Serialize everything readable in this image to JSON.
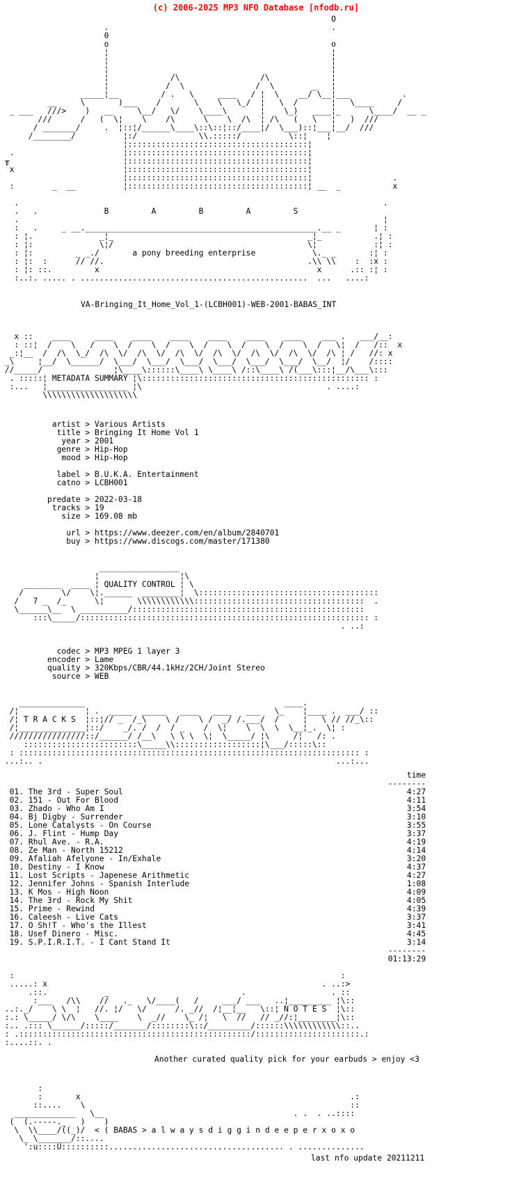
{
  "page": {
    "copyright": "(c) 2006-2025 MP3 NFO Database [nfodb.ru]",
    "accent_color": "#ff0000",
    "background_color": "#ffffff",
    "text_color": "#000000"
  },
  "release": {
    "name": "VA-Bringing_It_Home_Vol_1-(LCBH001)-WEB-2001-BABAS_INT",
    "group": "BABAS",
    "group_letters": "B         A         B         A         S",
    "tagline": "a pony breeding enterprise"
  },
  "metadata": {
    "section_title": "METADATA SUMMARY",
    "fields": [
      {
        "key": "artist",
        "value": "Various Artists"
      },
      {
        "key": "title",
        "value": "Bringing It Home Vol 1"
      },
      {
        "key": "year",
        "value": "2001"
      },
      {
        "key": "genre",
        "value": "Hip-Hop"
      },
      {
        "key": "mood",
        "value": "Hip-Hop"
      },
      {
        "key": "",
        "value": ""
      },
      {
        "key": "label",
        "value": "B.U.K.A. Entertainment"
      },
      {
        "key": "catno",
        "value": "LCBH001"
      },
      {
        "key": "",
        "value": ""
      },
      {
        "key": "predate",
        "value": "2022-03-18"
      },
      {
        "key": "tracks",
        "value": "19"
      },
      {
        "key": "size",
        "value": "169.08 mb"
      },
      {
        "key": "",
        "value": ""
      },
      {
        "key": "url",
        "value": "https://www.deezer.com/en/album/2840701"
      },
      {
        "key": "buy",
        "value": "https://www.discogs.com/master/171380"
      }
    ]
  },
  "quality": {
    "section_title": "QUALITY CONTROL",
    "fields": [
      {
        "key": "codec",
        "value": "MP3 MPEG 1 layer 3"
      },
      {
        "key": "encoder",
        "value": "Lame"
      },
      {
        "key": "quality",
        "value": "320Kbps/CBR/44.1kHz/2CH/Joint Stereo"
      },
      {
        "key": "source",
        "value": "WEB"
      }
    ]
  },
  "tracks": {
    "section_title": "T R A C K S",
    "time_header": "time",
    "divider": "--------",
    "total_time": "01:13:29",
    "items": [
      {
        "num": "01",
        "artist": "The 3rd",
        "title": "Super Soul",
        "time": "4:27"
      },
      {
        "num": "02",
        "artist": "151",
        "title": "Out For Blood",
        "time": "4:11"
      },
      {
        "num": "03",
        "artist": "Zhado",
        "title": "Who Am I",
        "time": "3:54"
      },
      {
        "num": "04",
        "artist": "Bj Digby",
        "title": "Surrender",
        "time": "3:10"
      },
      {
        "num": "05",
        "artist": "Lone Catalysts",
        "title": "On Course",
        "time": "3:55"
      },
      {
        "num": "06",
        "artist": "J. Flint",
        "title": "Hump Day",
        "time": "3:37"
      },
      {
        "num": "07",
        "artist": "Rhul Ave.",
        "title": "R.A.",
        "time": "4:19"
      },
      {
        "num": "08",
        "artist": "Ze Man",
        "title": "North 15212",
        "time": "4:14"
      },
      {
        "num": "09",
        "artist": "Afaliah Afelyone",
        "title": "In/Exhale",
        "time": "3:20"
      },
      {
        "num": "10",
        "artist": "Destiny",
        "title": "I Know",
        "time": "4:37"
      },
      {
        "num": "11",
        "artist": "Lost Scripts",
        "title": "Japenese Arithmetic",
        "time": "4:27"
      },
      {
        "num": "12",
        "artist": "Jennifer Johns",
        "title": "Spanish Interlude",
        "time": "1:08"
      },
      {
        "num": "13",
        "artist": "K Mos",
        "title": "High Noon",
        "time": "4:09"
      },
      {
        "num": "14",
        "artist": "The 3rd",
        "title": "Rock My Shit",
        "time": "4:05"
      },
      {
        "num": "15",
        "artist": "Prime",
        "title": "Rewind",
        "time": "4:39"
      },
      {
        "num": "16",
        "artist": "Caleesh",
        "title": "Live Cats",
        "time": "3:37"
      },
      {
        "num": "17",
        "artist": "O Sh!T",
        "title": "Who's the Illest",
        "time": "3:41"
      },
      {
        "num": "18",
        "artist": "Usef Dinero",
        "title": "Misc.",
        "time": "4:45"
      },
      {
        "num": "19",
        "artist": "S.P.I.R.I.T.",
        "title": "I Cant Stand It",
        "time": "3:14"
      }
    ]
  },
  "notes": {
    "section_title": "N O T E S",
    "message": "Another curated quality pick for your earbuds > enjoy <3"
  },
  "footer": {
    "signature": "< ( BABAS > a l w a y s d i g g i n d e e p e r x o x o",
    "last_update": "last nfo update 20211211"
  },
  "ascii_art": {
    "top": [
      "                                                                      O",
      "                      .                                               .",
      "                      0",
      "                      o                                               o",
      "                      ¦                                               ¦",
      "                      ¦                                               ¦",
      "                      ¦                                               ¦",
      "                      ¦             /\\                 /\\             ¦",
      "                      ¦            /  \\               /  \\        _   ¦",
      "                 _____¦__         / .   \\     ____   / ¦  \\    __/ \\__¦___           .",
      "          __     \\       )___    /       \\    \\   \\_/  ¦   \\  /       ¦   \\____     /",
      "  _ ___   ///>    )   __     \\__/   \\/    \\____\\       ¦    \\_)   ____¦_      \\____/  __ _",
      "        ///      /   (  \\¦    \\    /\\      \\    \\  /\\  ¦ /\\   (   \\   ¦   )  ///",
      "       / _______/     .  ¦::¦/______\\____\\::\\::¦::/____¦/  \\___)::¦___¦__/  ///",
      "      /________/          ¦:/             \\\\.:::::/          \\::¦    ¦",
      "                          ¦::::::::::::::::::::::::::::::::::::::¦",
      "  .                       ¦::::::::::::::::::::::::::::::::::::::¦",
      " ╥                        ¦::::::::::::::::::::::::::::::::::::::¦",
      "  x                       ¦::::::::::::::::::::::::::::::::::::::¦",
      "                          ¦::::::::::::::::::::::::::::::::::::::¦                 .",
      "  :        _  __          ¦::::::::::::::::::::::::::::::::::::::¦ __  _           x",
      "",
      "   .                                                                             .",
      "   .   .              B         A         B         A         S",
      "   .                                                                             ¦",
      "   :   .     _ __._________________________________________________.__ _       ¦ :",
      "   : ¦.              _¦_                                         _¦_           .¦ :",
      "   : ¦:              \\¦/                                         \\¦            :¦ :",
      "   : ¦:         _ _./       a pony breeding enterprise            \\._ _       :¦ :",
      "   : ¦:  :      // //.                                           .\\\\ \\\\    :  :x :",
      "   : ¦: ::.         x                                              x      .:: :¦ :",
      "   :..:. ..... . ................................................  ...   ....:"
    ],
    "metadata_banner": [
      "   x ::    ____     ____    ____    ____    ____    ____    ____    ___ .   ___/__:",
      "   : ::¦  /    \\   /    \\  /    \\  /    \\  /    \\  /    \\  /    \\  /   \\¦  /   /::  x",
      "  _:¦__  /  /\\  \\_/  /\\  \\/  /\\  \\/  /\\  \\/  /\\  \\/  /\\  \\/  /\\  \\/  /\\ ¦ /   //: x",
      " _\\     ¦__/  \\______/  \\___/  \\___/  \\___/  \\___/  \\___/  \\___/  \\__/  ¦/    /::::",
      " //_____/               ¦\\____\\::::::\\____\\ \\____\\ /::\\____\\ /(___\\:::¦__/\\___\\:::",
      "  . :::::¦ METADATA SUMMARY ¦\\:::::::::::::::::::::::::::::::::::::::::::::::: :",
      "  :...   ¦_________________ ¦\\                                       . ....:",
      "         \\\\\\\\\\\\\\\\\\\\\\\\\\\\\\\\\\\\\\\\"
    ],
    "quality_banner": [
      "                     _________________",
      "                    ¦                 ¦\\",
      "     ________  ____ ¦ QUALITY CONTROL ¦ \\",
      "    /        \\/    \\¦.______  ________¦  \\::::::::::::::::::::::::::::::::::::::",
      "   /   7 _  /_      \\¦       \\\\\\\\\\\\\\\\\\\\\\\\::::::::::::::::::::::::::::::::::::  .",
      "   \\______\\__  \\ __________/:::::::::::::::::::::::::::::::::::::::::::::::::",
      "       :::\\_____/::::::::::::::::::::::::::::::::::::::::::::::::::::::::::::: :",
      "                                                                        . ..:"
    ],
    "tracks_banner": [
      "    ______________                                          ____.",
      "  /¦              ¦ .  _____  _____   ____   ____   ___   \\_    ¦____ .  ___/ ::",
      "  /¦ T R A C K S  ¦::¦// _  /_\\    \\ /    \\ /  _/ /.___/  /     ¦   \\ // //_\\::",
      "  /¦______________¦::/    _/. /  /  / _    /  \\¦    \\  \\  \\  \\__¦_.  \\¦ :",
      "  ////////////////::/______/ /__\\   \\ \\ \\  \\¦  \\_____/ ¦\\     /¦   /: .",
      "     ::::::::::::::::::::::::\\_____\\\\::::::::::::::::::¦\\___/:::::\\::",
      "  : :::::::::::::::::::::::::::::::::::::::::::::::::::::::::::::::::::::::: :",
      " ...:.. .                                                              ...:..."
    ],
    "notes_banner": [
      "  :                                                                     :",
      "  .....: x                                                          . ..:>",
      "      .::.            _                            .                  . ::",
      "       :___   /\\\\    //   ._   \\/____(   /     ___/ ___   ..¦_________ ¦\\::",
      " ..:._/    \\ \\  ¦   //. ¦/   \\/      /. _//  /¦__¦__   \\::¦ N O T E S  ¦\\::",
      " :.: \\_____/ \\/\\    \\____    \\  _//    \\_ /¦   \\  //   // _//:¦________¦\\::",
      " :.. .::: \\______/:::::/_______/::::::::\\::/_________/::::::\\\\\\\\\\\\\\\\\\\\\\\\::..",
      " : .:::::::::::::::::::::::::::::::::::::::::::::::::/::::::::::::::::::::::.:",
      " :....::. ."
    ],
    "bottom": [
      "        :",
      "        :       x                                                         .:",
      "       ::....    \\                                                        ::",
      "   _____________   \\__                                        . .  . ..::::",
      "  (  (.-----._   )    )",
      "   \\  \\\\____/((_)/  < ( BABAS > a l w a y s d i g g i n d e e p e r x o x o",
      "    \\_ \\_______/::....",
      "     ':u::::U::::::::::..................................... . .............."
    ]
  }
}
